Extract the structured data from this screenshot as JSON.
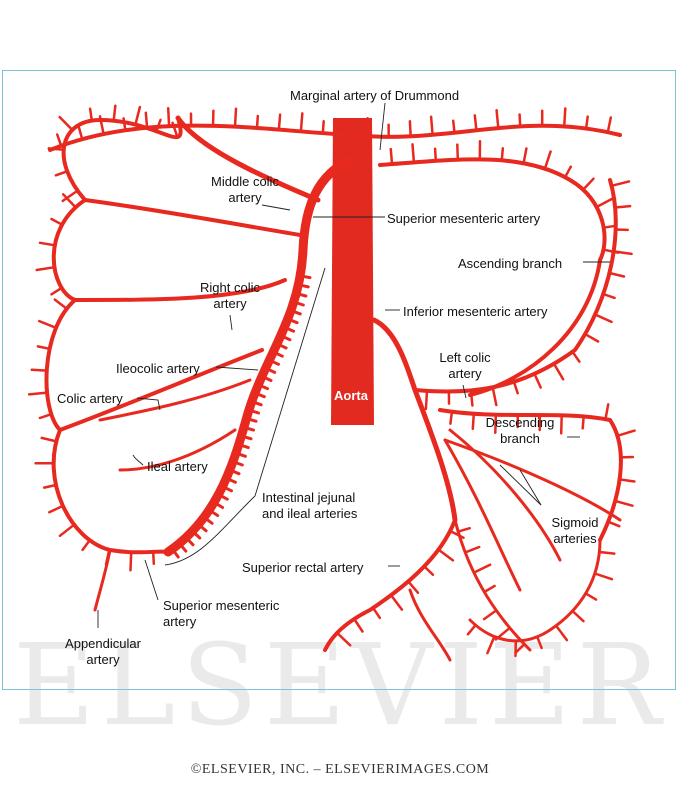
{
  "colors": {
    "artery": "#e8291f",
    "aorta": "#e22a20",
    "frame": "#7fc4d6",
    "watermark": "#d9d9d9",
    "text": "#111111"
  },
  "labels": {
    "marginal": "Marginal artery of Drummond",
    "middle_colic": "Middle colic\nartery",
    "sup_mes_top": "Superior mesenteric artery",
    "ascending": "Ascending branch",
    "right_colic": "Right colic\nartery",
    "inf_mes": "Inferior mesenteric artery",
    "ileocolic": "Ileocolic artery",
    "left_colic": "Left colic\nartery",
    "colic": "Colic artery",
    "descending": "Descending\nbranch",
    "ileal": "Ileal artery",
    "intestinal": "Intestinal jejunal\nand ileal arteries",
    "sigmoid": "Sigmoid\narteries",
    "sup_rectal": "Superior rectal artery",
    "sup_mes_bottom": "Superior mesenteric\nartery",
    "appendicular": "Appendicular\nartery",
    "aorta": "Aorta"
  },
  "watermark": "ELSEVIER",
  "copyright": "©ELSEVIER, INC. – ELSEVIERIMAGES.COM"
}
